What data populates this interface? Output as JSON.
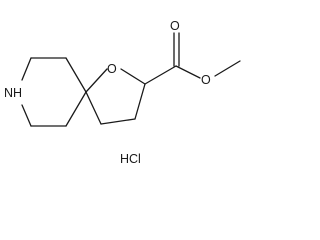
{
  "molecule": {
    "atoms": {
      "N": "NH",
      "O_ring": "O",
      "O_carbonyl": "O",
      "O_ester": "O"
    },
    "salt": "HCl"
  }
}
